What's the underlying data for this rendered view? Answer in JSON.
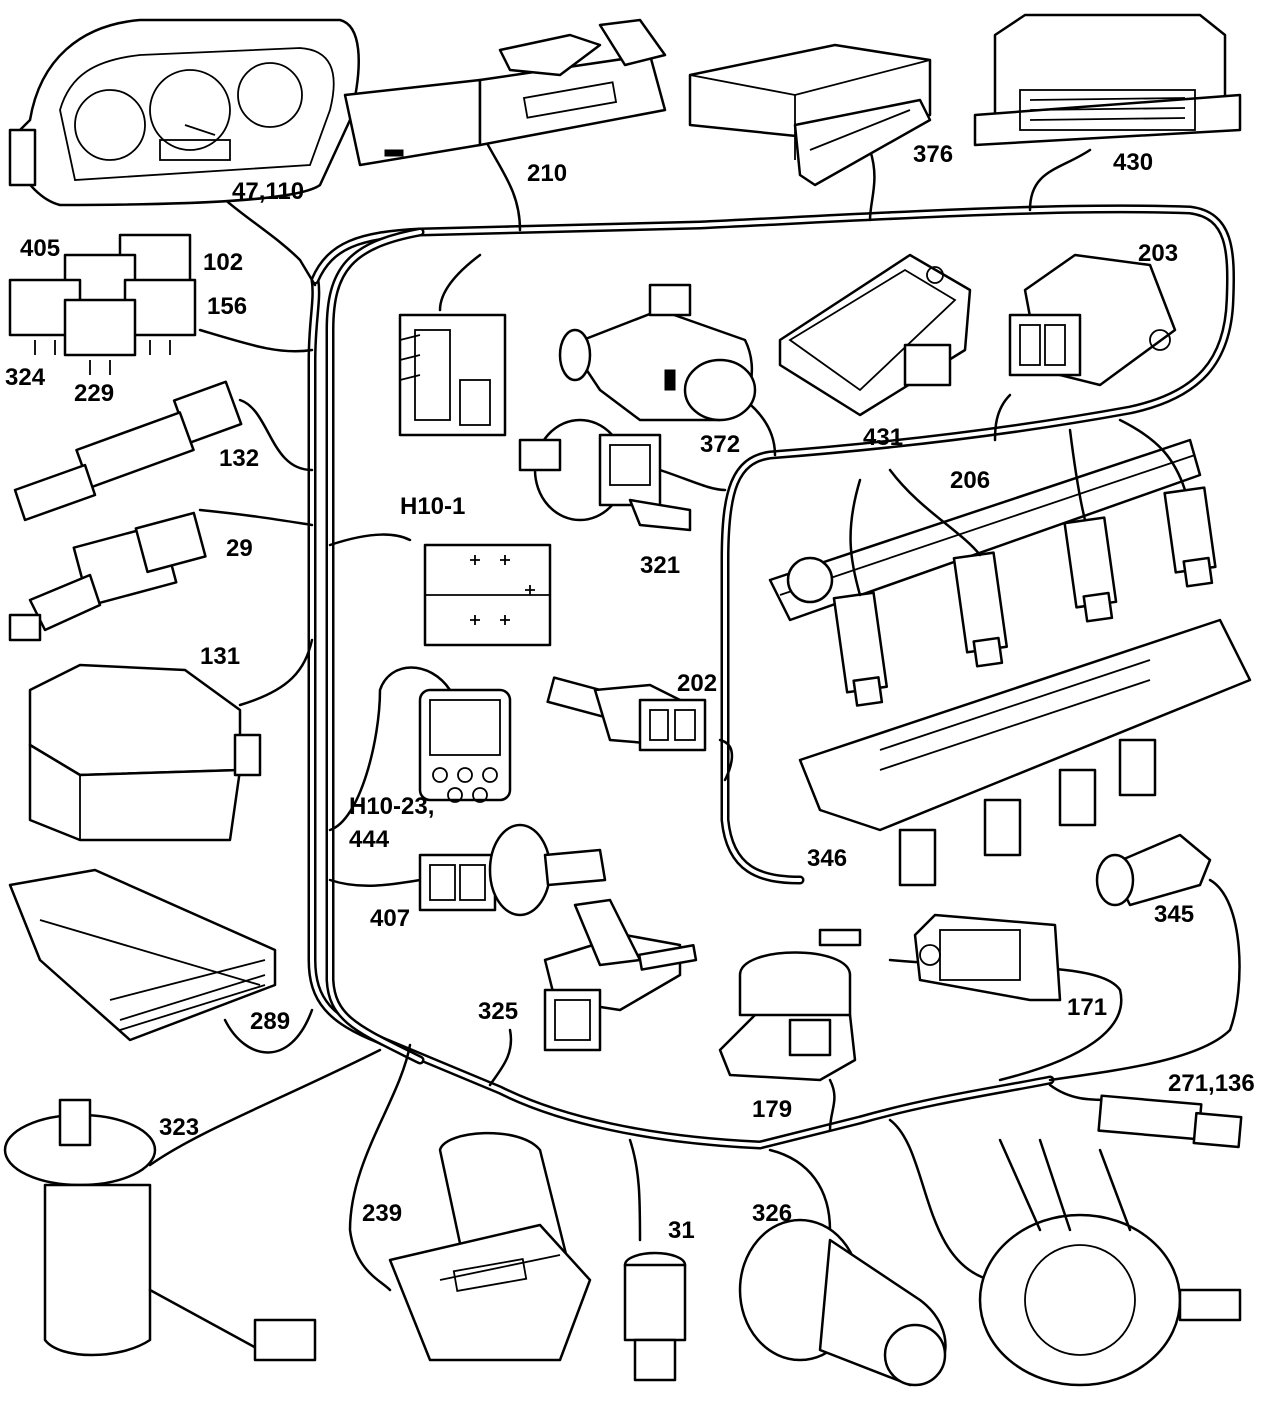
{
  "callouts": {
    "c47_110": "47,110",
    "c210": "210",
    "c376": "376",
    "c430": "430",
    "c405": "405",
    "c102": "102",
    "c156": "156",
    "c324": "324",
    "c229": "229",
    "c203": "203",
    "c132": "132",
    "c372": "372",
    "c431": "431",
    "c206": "206",
    "c29": "29",
    "cH10_1": "H10-1",
    "c321": "321",
    "c131": "131",
    "c202": "202",
    "cH10_23": "H10-23,",
    "c444": "444",
    "c346": "346",
    "c407": "407",
    "c345": "345",
    "c289": "289",
    "c325": "325",
    "c171": "171",
    "c179": "179",
    "c271_136": "271,136",
    "c323": "323",
    "c239": "239",
    "c31": "31",
    "c326": "326"
  },
  "colors": {
    "line": "#000000",
    "background": "#ffffff"
  }
}
